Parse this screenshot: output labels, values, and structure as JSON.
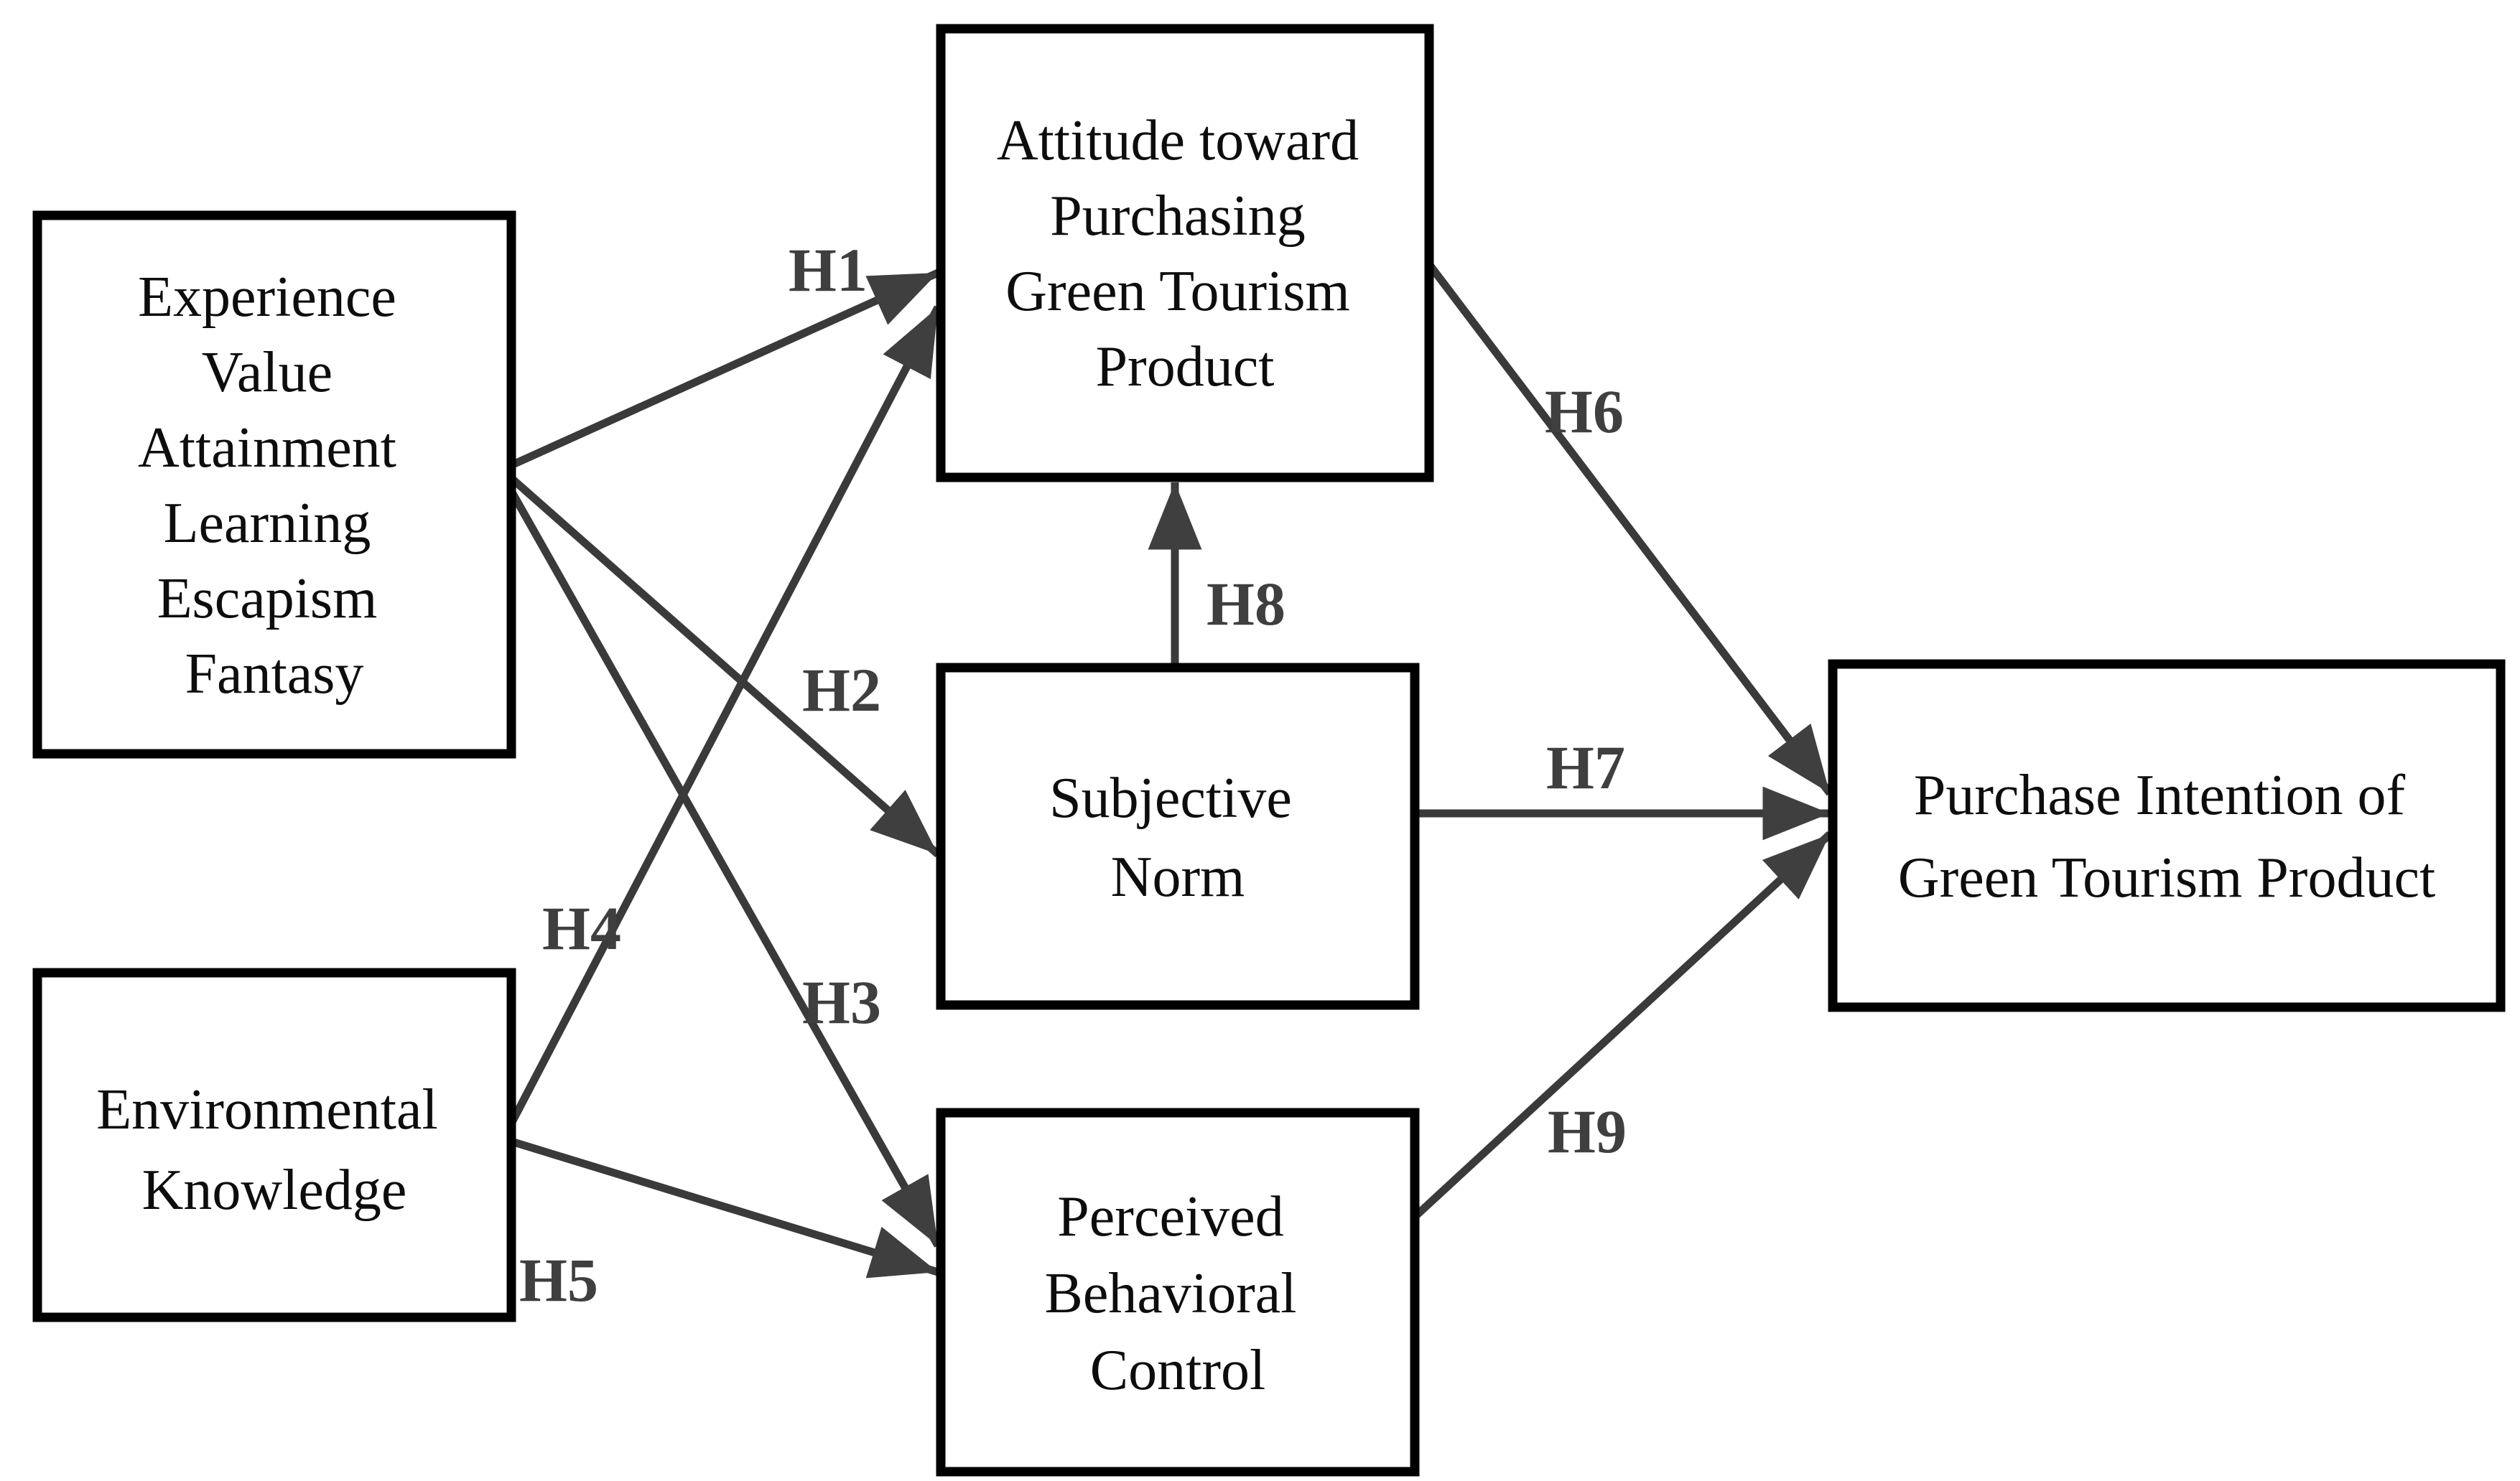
{
  "figure": {
    "type": "hypothesis-path-model",
    "background_color": "#ffffff",
    "box_fill": "#ffffff",
    "box_border_color": "#000000",
    "arrow_color": "#3a3a3a",
    "node_text_color": "#0d0d0d",
    "hypothesis_label_color": "#3f3f3f"
  },
  "nodes": [
    {
      "id": "experience-value",
      "lines": [
        "Experience",
        "Value",
        "Attainment",
        "Learning",
        "Escapism",
        "Fantasy"
      ]
    },
    {
      "id": "environmental-knowledge",
      "lines": [
        "Environmental",
        "Knowledge"
      ]
    },
    {
      "id": "attitude-toward-purchasing",
      "lines": [
        "Attitude toward",
        "Purchasing",
        "Green Tourism",
        "Product"
      ]
    },
    {
      "id": "subjective-norm",
      "lines": [
        "Subjective",
        "Norm"
      ]
    },
    {
      "id": "perceived-behavioral-control",
      "lines": [
        "Perceived",
        "Behavioral",
        "Control"
      ]
    },
    {
      "id": "purchase-intention",
      "lines": [
        "Purchase Intention of",
        "Green Tourism Product"
      ]
    }
  ],
  "hypotheses": [
    {
      "label": "H1",
      "from": "experience-value",
      "to": "attitude-toward-purchasing"
    },
    {
      "label": "H2",
      "from": "experience-value",
      "to": "subjective-norm"
    },
    {
      "label": "H3",
      "from": "experience-value",
      "to": "perceived-behavioral-control"
    },
    {
      "label": "H4",
      "from": "environmental-knowledge",
      "to": "attitude-toward-purchasing"
    },
    {
      "label": "H5",
      "from": "environmental-knowledge",
      "to": "perceived-behavioral-control"
    },
    {
      "label": "H6",
      "from": "attitude-toward-purchasing",
      "to": "purchase-intention"
    },
    {
      "label": "H7",
      "from": "subjective-norm",
      "to": "purchase-intention"
    },
    {
      "label": "H8",
      "from": "subjective-norm",
      "to": "attitude-toward-purchasing"
    },
    {
      "label": "H9",
      "from": "perceived-behavioral-control",
      "to": "purchase-intention"
    }
  ]
}
